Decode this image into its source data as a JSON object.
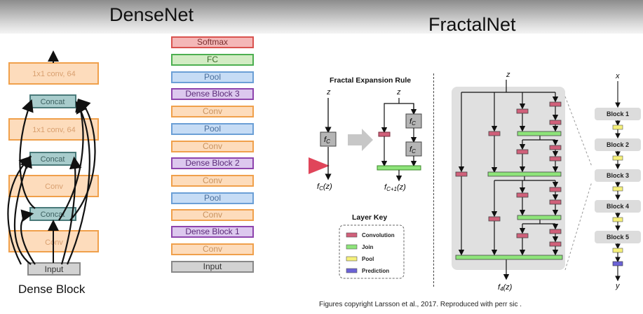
{
  "titles": {
    "densenet": "DenseNet",
    "fractalnet": "FractalNet"
  },
  "dense_block": {
    "caption": "Dense Block",
    "layers": [
      "Input",
      "Conv",
      "Concat",
      "Conv",
      "Concat",
      "1x1 conv, 64",
      "Concat",
      "1x1 conv, 64"
    ]
  },
  "densenet_stack": [
    {
      "label": "Softmax",
      "kind": "softmax"
    },
    {
      "label": "FC",
      "kind": "fc"
    },
    {
      "label": "Pool",
      "kind": "pool"
    },
    {
      "label": "Dense Block 3",
      "kind": "dense"
    },
    {
      "label": "Conv",
      "kind": "conv"
    },
    {
      "label": "Pool",
      "kind": "pool"
    },
    {
      "label": "Conv",
      "kind": "conv"
    },
    {
      "label": "Dense Block 2",
      "kind": "dense"
    },
    {
      "label": "Conv",
      "kind": "conv"
    },
    {
      "label": "Pool",
      "kind": "pool"
    },
    {
      "label": "Conv",
      "kind": "conv"
    },
    {
      "label": "Dense Block 1",
      "kind": "dense"
    },
    {
      "label": "Conv",
      "kind": "conv"
    },
    {
      "label": "Input",
      "kind": "input"
    }
  ],
  "fractal": {
    "expansion_title": "Fractal Expansion Rule",
    "z": "z",
    "fc": "f",
    "fc_sub": "C",
    "out_left": "f",
    "out_left_sub": "C",
    "out_left_tail": "(z)",
    "out_right": "f",
    "out_right_sub": "C+1",
    "out_right_tail": "(z)",
    "big_out": "f",
    "big_out_sub": "4",
    "big_out_tail": "(z)",
    "layer_key_title": "Layer Key",
    "legend": [
      {
        "label": "Convolution",
        "color": "#d0607a"
      },
      {
        "label": "Join",
        "color": "#8ee47a"
      },
      {
        "label": "Pool",
        "color": "#f5f07a"
      },
      {
        "label": "Prediction",
        "color": "#6c63d6"
      }
    ],
    "blocks": [
      "Block 1",
      "Block 2",
      "Block 3",
      "Block 4",
      "Block 5"
    ],
    "x_label": "x",
    "y_label": "y"
  },
  "caption": "Figures copyright Larsson et al., 2017. Reproduced with perr sic ."
}
